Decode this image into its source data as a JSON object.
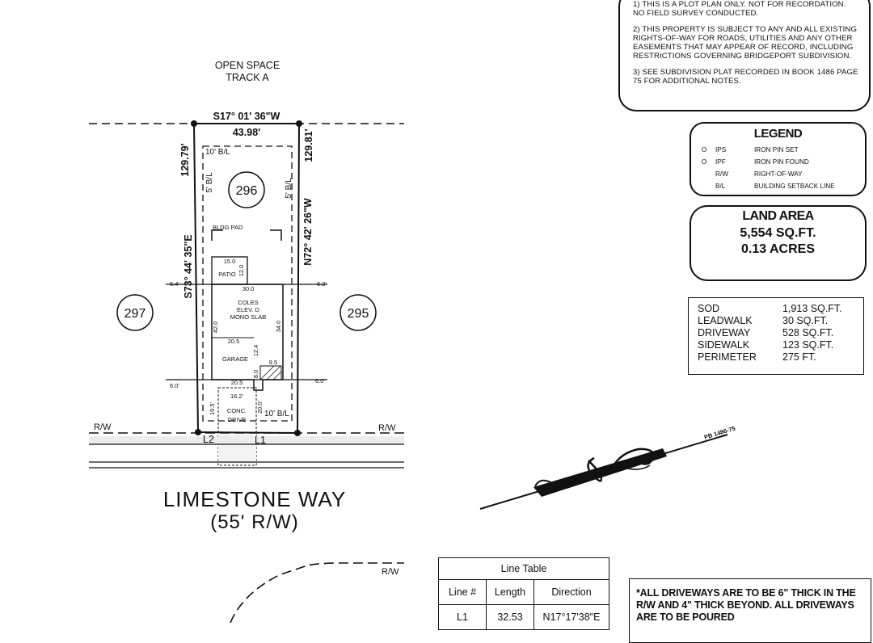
{
  "notes": {
    "n1": "1) THIS IS A PLOT PLAN ONLY. NOT FOR RECORDATION. NO FIELD SURVEY CONDUCTED.",
    "n2": "2) THIS PROPERTY IS SUBJECT TO ANY AND ALL EXISTING RIGHTS-OF-WAY FOR ROADS, UTILITIES AND ANY OTHER EASEMENTS THAT MAY APPEAR OF RECORD, INCLUDING RESTRICTIONS GOVERNING BRIDGEPORT SUBDIVISION.",
    "n3": "3) SEE SUBDIVISION PLAT RECORDED IN BOOK 1486 PAGE 75 FOR ADDITIONAL NOTES."
  },
  "legend": {
    "title": "LEGEND",
    "items": [
      {
        "symbol": "O",
        "abbr": "IPS",
        "desc": "IRON PIN SET"
      },
      {
        "symbol": "O",
        "abbr": "IPF",
        "desc": "IRON PIN FOUND"
      },
      {
        "symbol": "",
        "abbr": "R/W",
        "desc": "RIGHT-OF-WAY"
      },
      {
        "symbol": "",
        "abbr": "B/L",
        "desc": "BUILDING SETBACK LINE"
      }
    ]
  },
  "land_area": {
    "title": "LAND AREA",
    "sqft": "5,554 SQ.FT.",
    "acres": "0.13 ACRES"
  },
  "areas": [
    {
      "label": "SOD",
      "value": "1,913 SQ.FT."
    },
    {
      "label": "LEADWALK",
      "value": "30 SQ.FT."
    },
    {
      "label": "DRIVEWAY",
      "value": "528 SQ.FT."
    },
    {
      "label": "SIDEWALK",
      "value": "123 SQ.FT."
    },
    {
      "label": "PERIMETER",
      "value": "275 FT."
    }
  ],
  "plat": {
    "open_space_1": "OPEN SPACE",
    "open_space_2": "TRACK A",
    "north_bearing": "S17° 01' 36\"W",
    "north_dist": "43.98'",
    "west_bearing": "S73° 44' 35\"E",
    "west_dist": "129.79'",
    "east_bearing": "N72° 42' 26\"W",
    "east_dist": "129.81'",
    "lot_center": "296",
    "lot_left": "297",
    "lot_right": "295",
    "setback_front": "10' B/L",
    "setback_rear": "10' B/L",
    "setback_side_l": "5' B/L",
    "setback_side_r": "5' B/L",
    "bldg_pad": "BLDG PAD",
    "patio": "PATIO",
    "patio_w": "15.0",
    "patio_h": "12.0",
    "dim_30": "30.0",
    "house_1": "COLES",
    "house_2": "ELEV. D",
    "house_3": "MONO SLAB",
    "dim_42": "42.0",
    "dim_34": "34.0",
    "dim_205a": "20.5",
    "dim_124": "12.4",
    "garage": "GARAGE",
    "dim_95": "9.5",
    "dim_80": "8.0",
    "dim_205b": "20.5",
    "dim_162": "16.2'",
    "dim_195": "19.5'",
    "dim_200": "20.0'",
    "drive_1": "CONC.",
    "drive_2": "DRIVE",
    "off_l1": "6.4'",
    "off_r1": "6.3'",
    "off_l2": "6.0'",
    "off_r2": "6.0'",
    "rw_left": "R/W",
    "rw_right": "R/W",
    "rw_bottom": "R/W",
    "l1": "L1",
    "l2": "L2",
    "pb_label": "PB 1486-75"
  },
  "street": {
    "name": "LIMESTONE WAY",
    "row": "(55' R/W)"
  },
  "line_table": {
    "title": "Line Table",
    "headers": [
      "Line #",
      "Length",
      "Direction"
    ],
    "rows": [
      [
        "L1",
        "32.53",
        "N17°17'38\"E"
      ]
    ]
  },
  "drive_note": "*ALL DRIVEWAYS ARE TO BE 6\" THICK IN THE R/W AND 4\" THICK BEYOND. ALL DRIVEWAYS ARE TO BE POURED"
}
